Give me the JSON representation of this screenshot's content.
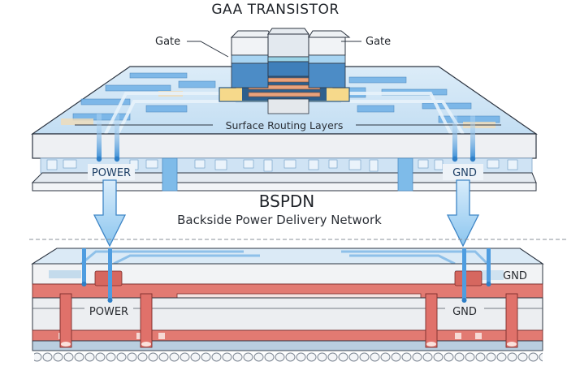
{
  "diagram": {
    "title": "GAA TRANSISTOR",
    "top_structure": {
      "gate_left_label": "Gate",
      "gate_right_label": "Gate",
      "routing_label": "Surface Routing Layers",
      "power_label": "POWER",
      "gnd_label": "GND"
    },
    "middle": {
      "heading": "BSPDN",
      "subheading": "Backside Power Delivery Network"
    },
    "bottom_structure": {
      "power_label": "POWER",
      "gnd_label_inner": "GND",
      "gnd_label_outer": "GND"
    },
    "colors": {
      "silicon_blue": "#a9d3f1",
      "routing_blue": "#5aa7e0",
      "power_red": "#e0716a",
      "gate_yellow": "#f6d98b",
      "nanosheet_orange": "#e9a27c",
      "substrate_gray": "#eef0f3",
      "outline": "#2c3440"
    }
  }
}
